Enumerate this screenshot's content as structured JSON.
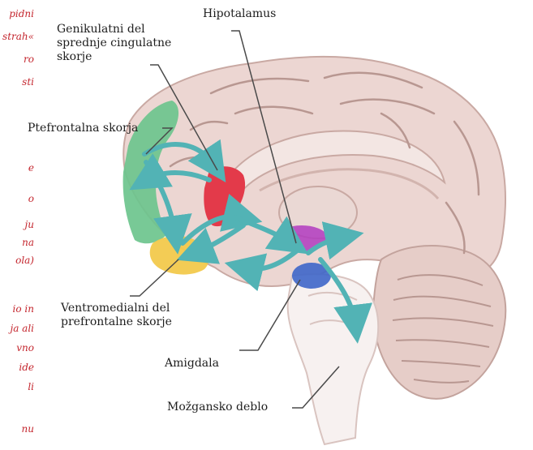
{
  "labels": {
    "cingulate": [
      "Genikulatni del",
      "sprednje cingulatne",
      "skorje"
    ],
    "hypothalamus": "Hipotalamus",
    "prefrontal": "Ptefrontalna skorja",
    "ventromedial": [
      "Ventromedialni del",
      "prefrontalne skorje"
    ],
    "amygdala": "Amigdala",
    "brainstem": "Možgansko deblo"
  },
  "side_text_fragments": [
    "pidni",
    "strah«",
    "ro",
    "sti",
    "e",
    "o",
    "ju",
    "na",
    "ola)",
    "io in",
    "ja ali",
    "vno",
    "ide",
    "li",
    "nu"
  ],
  "colors": {
    "cortex": "#ecd6d2",
    "cortex_shade": "#d7b6b0",
    "sulcus": "#b89791",
    "prefrontal": "#6cc48d",
    "cingulate": "#e33a4a",
    "ventromedial": "#f2c94c",
    "hypothalamus": "#b13bbf",
    "amygdala": "#3e66c9",
    "arrows": "#52b3b5",
    "side_text": "#c4262e",
    "leader": "#4a4a4a"
  }
}
